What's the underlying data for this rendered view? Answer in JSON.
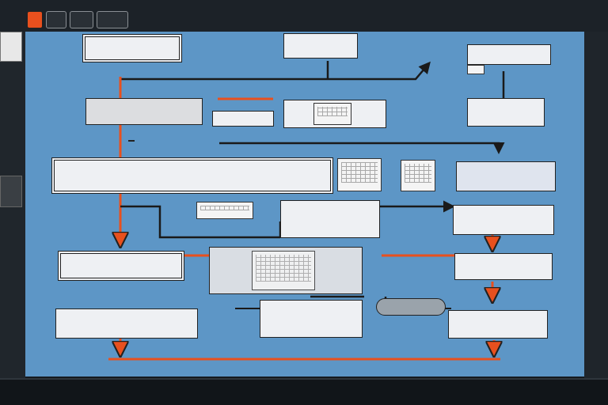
{
  "window": {
    "title": "",
    "controls": [
      "close",
      "minimize",
      "maximize",
      "restore"
    ]
  },
  "diagram": {
    "banner_title": "",
    "banner_subtitle": "",
    "nodes": {
      "top_left": "",
      "top_center": "",
      "top_right": "",
      "row2_left": "",
      "row2_center": "",
      "row2_center_side": "",
      "row2_right": "",
      "row3_left_wide": "",
      "row3_right": "",
      "row4_center_small": "",
      "row4_center": "",
      "row4_right": "",
      "row5_left": "",
      "row5_center": "",
      "row5_right": "",
      "row6_left": "",
      "row6_center": "",
      "row6_pill": "",
      "row6_right": ""
    },
    "labels": {
      "top_right_annot": "",
      "mid_annot": "",
      "bottom_annot": ""
    }
  },
  "colors": {
    "canvas": "#5d96c6",
    "connector_dark": "#1a1a1a",
    "connector_accent": "#e8501e"
  }
}
